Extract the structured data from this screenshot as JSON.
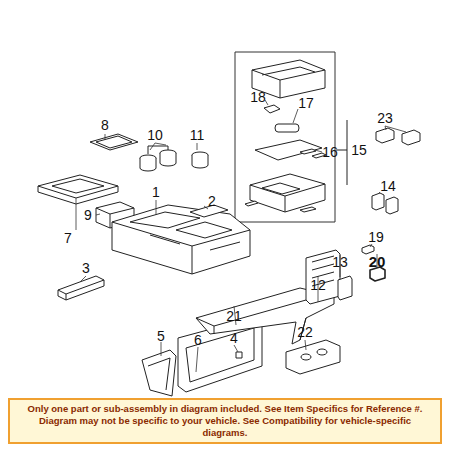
{
  "diagram": {
    "nodes": [
      {
        "text": [
          "Only one part or sub-assembly in diagram included. See Item Specifics for Reference #. Diagram may not be specific to your vehicle. See Compatibility for vehicle-specific diagrams."
        ]
      }
    ],
    "labels": [
      "8",
      "10",
      "11",
      "23",
      "18",
      "17",
      "15",
      "16",
      "14",
      "1",
      "2",
      "9",
      "7",
      "19",
      "20",
      "13",
      "12",
      "3",
      "21",
      "5",
      "6",
      "4",
      "22"
    ]
  }
}
